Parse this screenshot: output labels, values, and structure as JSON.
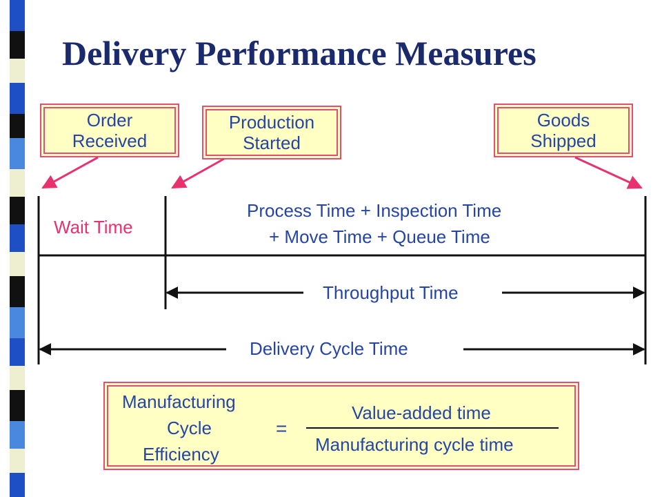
{
  "title": "Delivery Performance Measures",
  "events": {
    "order": [
      "Order",
      "Received"
    ],
    "production": [
      "Production",
      "Started"
    ],
    "shipped": [
      "Goods",
      "Shipped"
    ]
  },
  "segments": {
    "wait": "Wait Time",
    "process_line1": "Process Time + Inspection Time",
    "process_line2": "+ Move Time + Queue Time"
  },
  "spans": {
    "throughput": "Throughput Time",
    "delivery": "Delivery Cycle Time"
  },
  "formula": {
    "lhs": [
      "Manufacturing",
      "Cycle",
      "Efficiency"
    ],
    "equals": "=",
    "numerator": "Value-added time",
    "denominator": "Manufacturing cycle time"
  },
  "colors": {
    "title": "#1a2a6c",
    "text": "#2545a6",
    "accent": "#e8326f",
    "box_fill": "#ffffc4",
    "box_border": "#e64b7a"
  }
}
